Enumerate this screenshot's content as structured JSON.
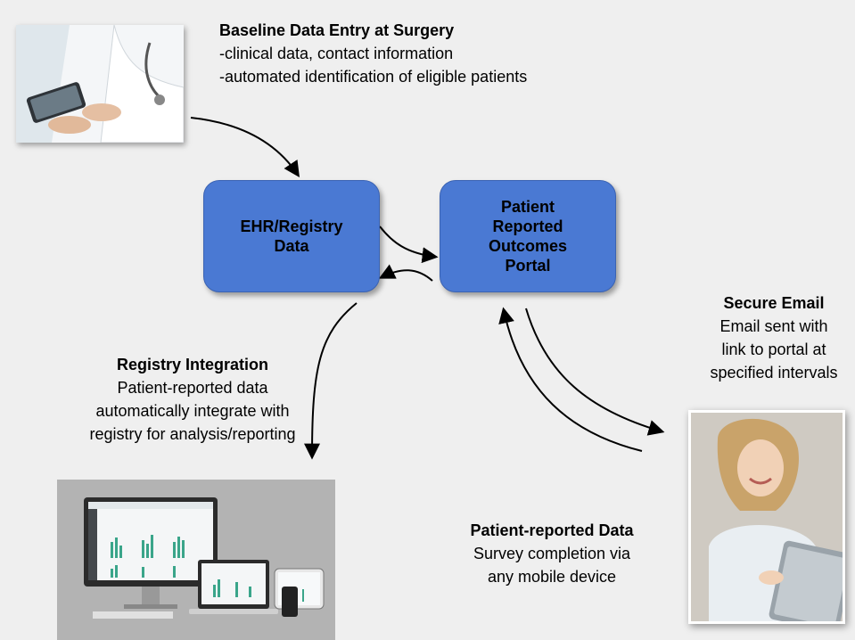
{
  "boxes": {
    "ehr": [
      "EHR/Registry",
      "Data"
    ],
    "portal": [
      "Patient",
      "Reported",
      "Outcomes",
      "Portal"
    ]
  },
  "baseline": {
    "heading": "Baseline Data Entry at Surgery",
    "lines": [
      "-clinical data, contact information",
      "-automated identification of eligible patients"
    ]
  },
  "registry": {
    "heading": "Registry Integration",
    "lines": [
      "Patient-reported data",
      "automatically integrate with",
      "registry for analysis/reporting"
    ]
  },
  "email": {
    "heading": "Secure Email",
    "lines": [
      "Email sent with",
      "link to portal at",
      "specified intervals"
    ]
  },
  "patient": {
    "heading": "Patient-reported Data",
    "lines": [
      "Survey completion via",
      "any mobile device"
    ]
  },
  "photos": {
    "doctor": "doctor-with-tablet-photo",
    "woman": "woman-with-tablet-photo",
    "devices": "registry-dashboard-devices-photo"
  },
  "colors": {
    "box_fill": "#4a79d3",
    "background": "#efefef",
    "arrow": "#000000"
  }
}
